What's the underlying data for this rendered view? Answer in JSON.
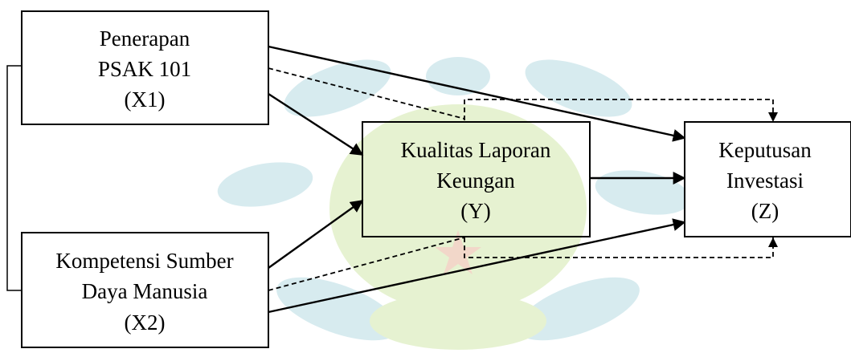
{
  "nodes": {
    "x1": {
      "lines": [
        "Penerapan",
        "PSAK 101",
        "(X1)"
      ]
    },
    "x2": {
      "lines": [
        "Kompetensi Sumber",
        "Daya Manusia",
        "(X2)"
      ]
    },
    "y": {
      "lines": [
        "Kualitas Laporan",
        "Keungan",
        "(Y)"
      ]
    },
    "z": {
      "lines": [
        "Keputusan",
        "Investasi",
        "(Z)"
      ]
    }
  },
  "colors": {
    "line": "#000000",
    "watermark_teal": "#cfe6ec",
    "watermark_green": "#e3f0c8",
    "watermark_star": "#f1d2c2"
  }
}
